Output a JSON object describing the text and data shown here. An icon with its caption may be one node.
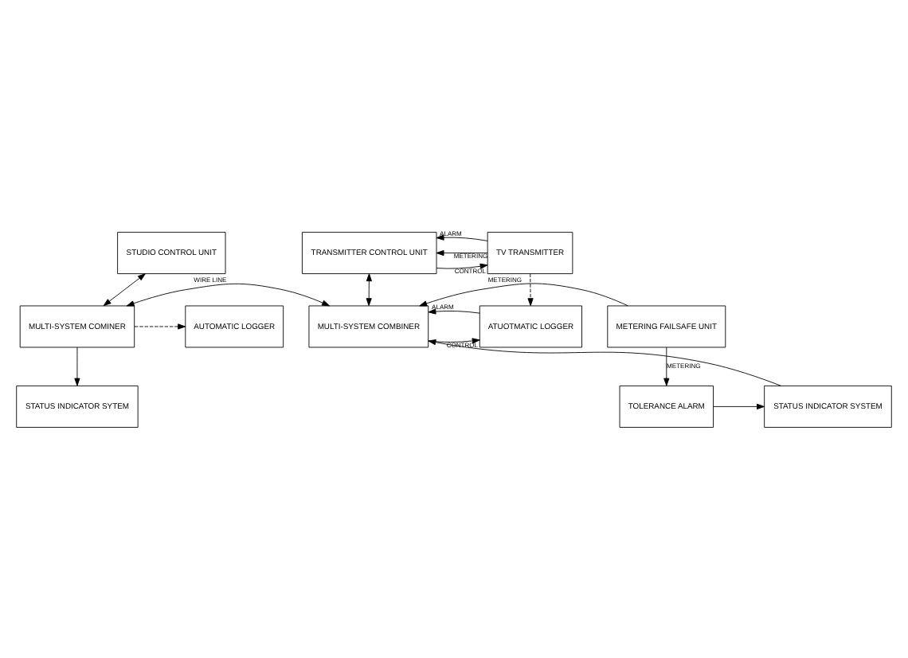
{
  "diagram": {
    "nodes": [
      {
        "text": [
          "STUDIO CONTROL UNIT"
        ]
      },
      {
        "text": [
          "TRANSMITTER CONTROL UNIT"
        ]
      },
      {
        "text": [
          "TV TRANSMITTER"
        ]
      },
      {
        "text": [
          "MULTI-SYSTEM COMBINER"
        ]
      },
      {
        "text": [
          "ATUOTMATIC LOGGER"
        ]
      },
      {
        "text": [
          "AUTOMATIC LOGGER"
        ]
      },
      {
        "text": [
          "MULTI-SYSTEM COMINER"
        ]
      },
      {
        "text": [
          "METERING FAILSAFE UNIT"
        ]
      },
      {
        "text": [
          "STATUS INDICATOR SYTEM"
        ]
      },
      {
        "text": [
          "STATUS INDICATOR SYSTEM"
        ]
      },
      {
        "text": [
          "TOLERANCE ALARM"
        ]
      }
    ],
    "edges": [
      {
        "from": 6,
        "to": 0,
        "arrow": "both"
      },
      {
        "from": 6,
        "to": 3,
        "arrow": "both",
        "label": "WIRE LINE"
      },
      {
        "from": 6,
        "to": 5,
        "arrow": "to",
        "style": "dashed"
      },
      {
        "from": 6,
        "to": 8,
        "arrow": "to"
      },
      {
        "from": 1,
        "to": 2,
        "arrow": "to",
        "label": "CONTROL"
      },
      {
        "from": 2,
        "to": 1,
        "arrow": "to",
        "label": "METERING"
      },
      {
        "from": 2,
        "to": 1,
        "arrow": "to",
        "label": "ALARM"
      },
      {
        "from": 1,
        "to": 3,
        "arrow": "both"
      },
      {
        "from": 3,
        "to": 4,
        "arrow": "to",
        "label": "CONTROL"
      },
      {
        "from": 4,
        "to": 3,
        "arrow": "to",
        "label": "ALARM"
      },
      {
        "from": 7,
        "to": 3,
        "arrow": "to",
        "label": "METERING"
      },
      {
        "from": 2,
        "to": 4,
        "arrow": "to",
        "style": "dashed"
      },
      {
        "from": 7,
        "to": 10,
        "arrow": "to",
        "label": "METERING"
      },
      {
        "from": 10,
        "to": 9,
        "arrow": "to"
      },
      {
        "from": 9,
        "to": 3,
        "arrow": "to"
      }
    ]
  }
}
